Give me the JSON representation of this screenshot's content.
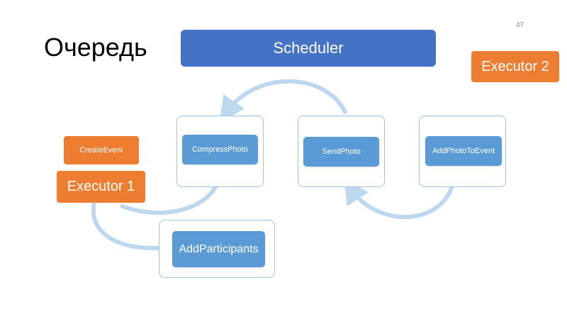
{
  "slide": {
    "title": "Очередь",
    "page_number": "47"
  },
  "scheduler": {
    "label": "Scheduler"
  },
  "executors": [
    {
      "label": "Executor 1"
    },
    {
      "label": "Executor 2"
    }
  ],
  "tasks": {
    "create_event": "CreateEvent",
    "compress_photo": "CompressPhoto",
    "send_photo": "SendPhoto",
    "add_photo_to_event": "AddPhotoToEvent",
    "add_participants": "AddParticipants"
  },
  "colors": {
    "scheduler": "#4472c4",
    "executor": "#ed7d31",
    "task": "#5b9bd5",
    "card_border": "#9dc3e6",
    "arrow": "#bdd7ee"
  }
}
